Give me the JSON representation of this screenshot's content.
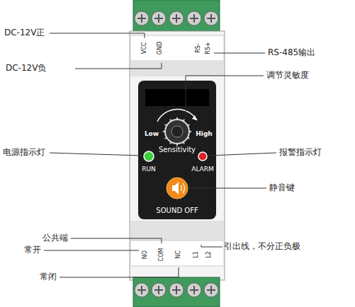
{
  "diagram": {
    "labels": [
      "DC-12V正",
      "VCC",
      "GND",
      "RS-",
      "RS+",
      "RS-485输出",
      "DC-12V负",
      "调节灵敏度",
      "Low",
      "High",
      "Sensitivity",
      "电源指示灯",
      "报警指示灯",
      "RUN",
      "ALARM",
      "静音键",
      "SOUND OFF",
      "公共端",
      "常开",
      "NO",
      "COM",
      "NC",
      "L1",
      "L2",
      "引出线，不分正负极",
      "常闭"
    ]
  }
}
